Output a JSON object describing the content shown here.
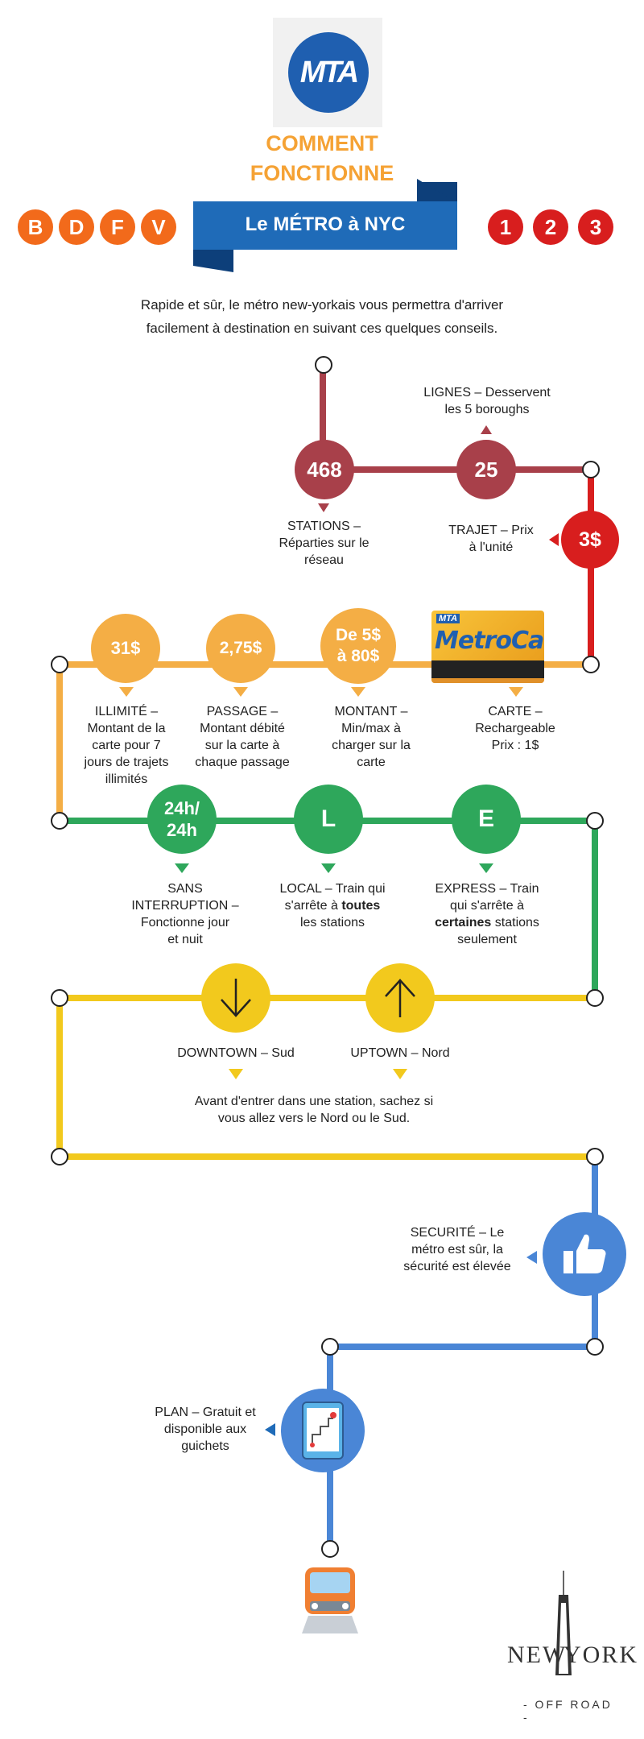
{
  "header": {
    "logo_text": "MTA",
    "title_line1": "COMMENT",
    "title_line2": "FONCTIONNE",
    "banner": "Le MÉTRO à NYC",
    "left_lines": [
      "B",
      "D",
      "F",
      "V"
    ],
    "right_lines": [
      "1",
      "2",
      "3"
    ],
    "intro_line1": "Rapide et sûr, le métro new-yorkais vous permettra d'arriver",
    "intro_line2": "facilement à destination en suivant ces quelques conseils."
  },
  "colors": {
    "red_line": "#a8404a",
    "bright_red": "#d81e1e",
    "orange_line": "#f4ae45",
    "green_line": "#2ea75b",
    "yellow_line": "#f2c91d",
    "blue_line": "#4a86d6",
    "badge_orange": "#f26a1b"
  },
  "row1": {
    "stations_value": "468",
    "stations_label": [
      "STATIONS –",
      "Réparties sur le",
      "réseau"
    ],
    "lines_value": "25",
    "lines_label": [
      "LIGNES – Desservent",
      "les 5 boroughs"
    ],
    "trip_value": "3$",
    "trip_label": [
      "TRAJET – Prix",
      "à l'unité"
    ]
  },
  "row2": {
    "unlimited_value": "31$",
    "unlimited_label": [
      "ILLIMITÉ –",
      "Montant de la",
      "carte pour 7",
      "jours de trajets",
      "illimités"
    ],
    "pass_value": "2,75$",
    "pass_label": [
      "PASSAGE –",
      "Montant débité",
      "sur la carte à",
      "chaque passage"
    ],
    "amount_value_1": "De 5$",
    "amount_value_2": "à 80$",
    "amount_label": [
      "MONTANT –",
      "Min/max à",
      "charger sur la",
      "carte"
    ],
    "card_text": "MetroCard",
    "card_brand": "MTA",
    "card_label": [
      "CARTE –",
      "Rechargeable",
      "Prix : 1$"
    ]
  },
  "row3": {
    "allday_value_1": "24h/",
    "allday_value_2": "24h",
    "allday_label": [
      "SANS",
      "INTERRUPTION –",
      "Fonctionne jour",
      "et nuit"
    ],
    "local_value": "L",
    "local_label_1": "LOCAL – Train qui",
    "local_label_2a": "s'arrête à ",
    "local_label_2b": "toutes",
    "local_label_3": "les stations",
    "express_value": "E",
    "express_label_1": "EXPRESS – Train",
    "express_label_2": "qui s'arrête à",
    "express_label_3a": "certaines",
    "express_label_3b": " stations",
    "express_label_4": "seulement"
  },
  "row4": {
    "downtown_label": "DOWNTOWN – Sud",
    "uptown_label": "UPTOWN – Nord",
    "note_line1": "Avant d'entrer dans une station, sachez si",
    "note_line2": "vous allez vers le Nord ou le Sud."
  },
  "row5": {
    "security_label": [
      "SECURITÉ – Le",
      "métro est sûr, la",
      "sécurité est élevée"
    ],
    "map_label": [
      "PLAN – Gratuit et",
      "disponible aux",
      "guichets"
    ]
  },
  "footer": {
    "brand_part1": "NEW",
    "brand_part2": "YORK",
    "brand_tagline": "- OFF ROAD -"
  }
}
